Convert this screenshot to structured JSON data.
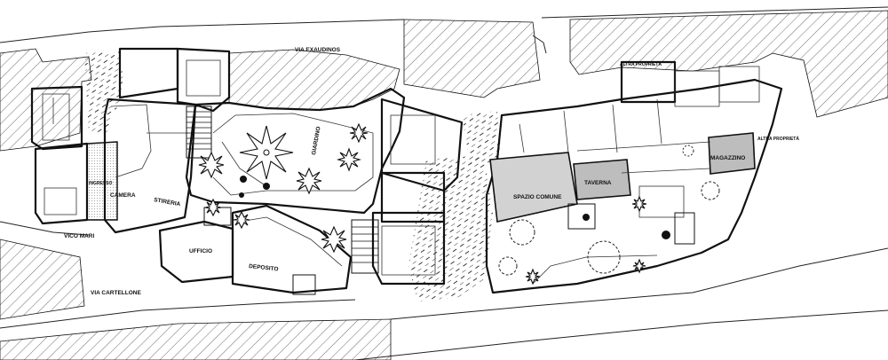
{
  "plan": {
    "streets": {
      "via_exaudinos": "VIA EXAUDINOS",
      "vico_mari": "VICO MARI",
      "via_cartellone": "VIA CARTELLONE",
      "altra_proprieta_1": "ALTRA PROPRIETÀ",
      "altra_proprieta_2": "ALTRA PROPRIETÀ"
    },
    "rooms": {
      "camera": "CAMERA",
      "stireria": "STIRERIA",
      "giardino": "GIARDINO",
      "ufficio": "UFFICIO",
      "deposito": "DEPOSITO",
      "spazio_comune": "SPAZIO COMUNE",
      "taverna": "TAVERNA",
      "magazzino": "MAGAZZINO",
      "ingresso": "INGRESSO"
    },
    "colors": {
      "line": "#111111",
      "hatch": "#6d6d6d",
      "fill_grey": "#d2d2d2",
      "fill_dark": "#bdbdbd",
      "background": "#ffffff"
    }
  }
}
